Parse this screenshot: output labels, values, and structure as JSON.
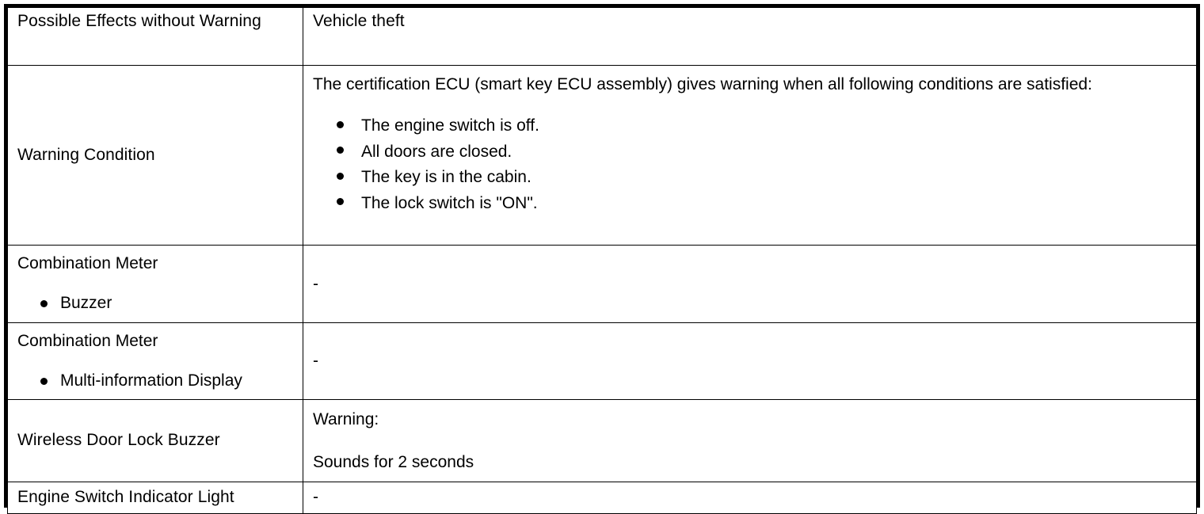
{
  "document": {
    "type": "specification-table",
    "border_color": "#000000",
    "background_color": "#ffffff",
    "text_color": "#000000"
  },
  "table": {
    "rows": [
      {
        "label": "Possible Effects without Warning",
        "value": "Vehicle theft"
      },
      {
        "label": "Warning Condition",
        "value_intro": "The certification ECU (smart key ECU assembly) gives warning when all following conditions are satisfied:",
        "value_bullets": [
          "The engine switch is off.",
          "All doors are closed.",
          "The key is in the cabin.",
          "The lock switch is \"ON\"."
        ]
      },
      {
        "label_head": "Combination Meter",
        "label_sub": "Buzzer",
        "value": "-"
      },
      {
        "label_head": "Combination Meter",
        "label_sub": "Multi-information Display",
        "value": "-"
      },
      {
        "label": "Wireless Door Lock Buzzer",
        "value_line1": "Warning:",
        "value_line2": "Sounds for 2 seconds"
      },
      {
        "label": "Engine Switch Indicator Light",
        "value": "-"
      }
    ]
  }
}
